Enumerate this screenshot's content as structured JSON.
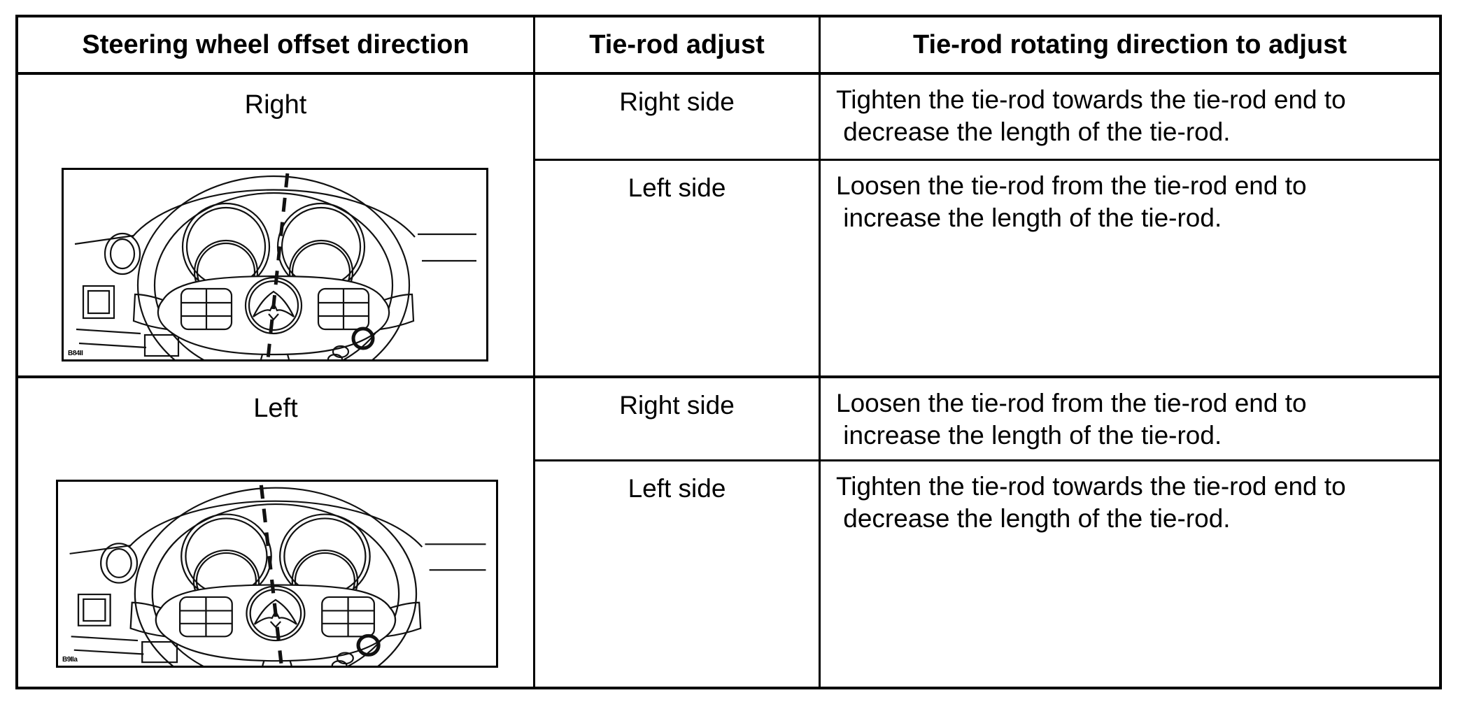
{
  "table": {
    "border_color": "#000000",
    "text_color": "#000000",
    "header": {
      "col1": "Steering wheel offset direction",
      "col2": "Tie-rod adjust",
      "col3": "Tie-rod rotating direction to adjust"
    },
    "rows": [
      {
        "offset_direction": "Right",
        "figure_code": "B84II",
        "wheel_tilt_deg": 6,
        "adjustments": [
          {
            "side": "Right side",
            "instruction": "Tighten the tie-rod towards the tie-rod end to\n decrease the length of the tie-rod."
          },
          {
            "side": "Left side",
            "instruction": "Loosen the tie-rod from the tie-rod end to\n increase the length of the tie-rod."
          }
        ]
      },
      {
        "offset_direction": "Left",
        "figure_code": "B9IIa",
        "wheel_tilt_deg": -6,
        "adjustments": [
          {
            "side": "Right side",
            "instruction": "Loosen the tie-rod from the tie-rod end to\n increase the length of the tie-rod."
          },
          {
            "side": "Left side",
            "instruction": "Tighten the tie-rod towards the tie-rod end to\n decrease the length of the tie-rod."
          }
        ]
      }
    ]
  }
}
